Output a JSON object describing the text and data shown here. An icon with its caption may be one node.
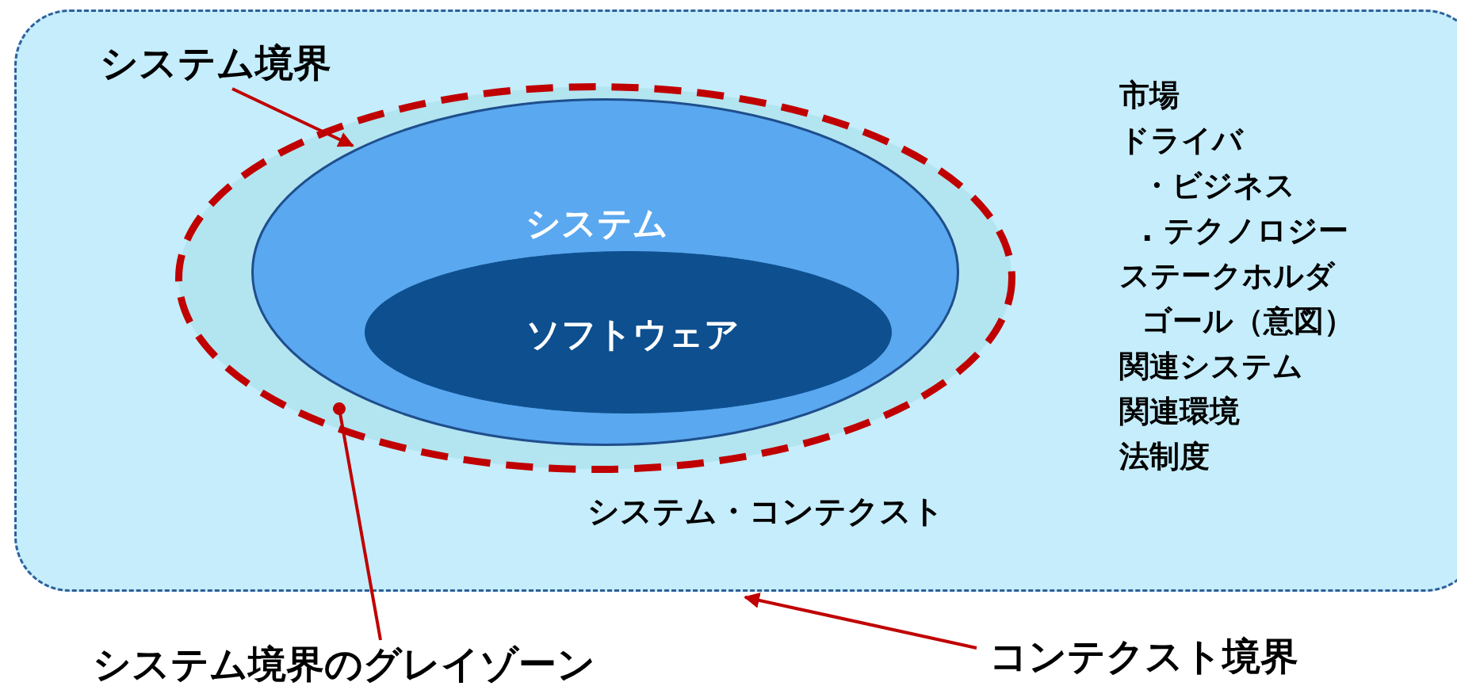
{
  "diagram": {
    "nodes": [
      {
        "text": [
          "システム・コンテクスト"
        ]
      },
      {
        "text": [],
        "shape": "ellipse",
        "in": 0
      },
      {
        "text": [
          "システム"
        ],
        "in": 1
      },
      {
        "text": [
          "ソフトウェア"
        ],
        "in": 2
      },
      {
        "text": [
          "システム境界"
        ],
        "in": 0
      },
      {
        "text": [
          "システム境界のグレイゾーン"
        ]
      },
      {
        "text": [
          "コンテクスト境界"
        ]
      }
    ],
    "edges": [
      {
        "from": 4,
        "to": 2,
        "arrow": "to"
      },
      {
        "from": 5,
        "to": 1,
        "arrow": "other"
      },
      {
        "from": 6,
        "to": 0,
        "arrow": "to"
      }
    ],
    "labels": [
      "市場",
      "ドライバ",
      "・ビジネス",
      ". テクノロジー",
      "ステークホルダ",
      "ゴール（意図）",
      "関連システム",
      "関連環境",
      "法制度"
    ]
  }
}
